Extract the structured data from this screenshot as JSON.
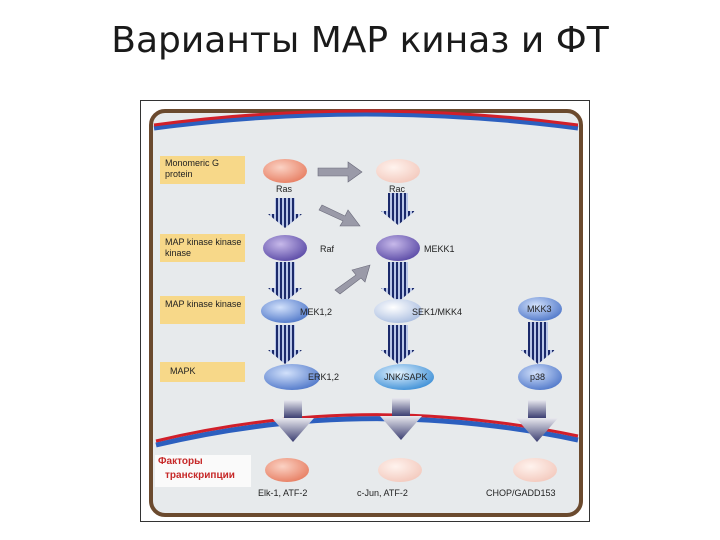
{
  "title": "Варианты МАР киназ и ФТ",
  "levels": {
    "g_protein": "Monomeric G protein",
    "map3k": "MAP kinase kinase kinase",
    "map2k": "MAP kinase kinase",
    "mapk": "MAPK"
  },
  "nodes": {
    "ras": "Ras",
    "rac": "Rac",
    "raf": "Raf",
    "mekk1": "MEKK1",
    "mek12": "MEK1,2",
    "sek1": "SEK1/MKK4",
    "mkk3": "MKK3",
    "erk12": "ERK1,2",
    "jnk": "JNK/SAPK",
    "p38": "p38"
  },
  "transcription_factors_label_1": "Факторы",
  "transcription_factors_label_2": "транскрипции",
  "targets": {
    "t1": "Elk-1, ATF-2",
    "t2": "c-Jun, ATF-2",
    "t3": "CHOP/GADD153"
  },
  "colors": {
    "panel_border": "#6b4a2e",
    "membrane_red": "#d11f2a",
    "membrane_blue": "#2c5fbf",
    "label_bg": "#f7d889",
    "tf_text": "#c62828"
  }
}
